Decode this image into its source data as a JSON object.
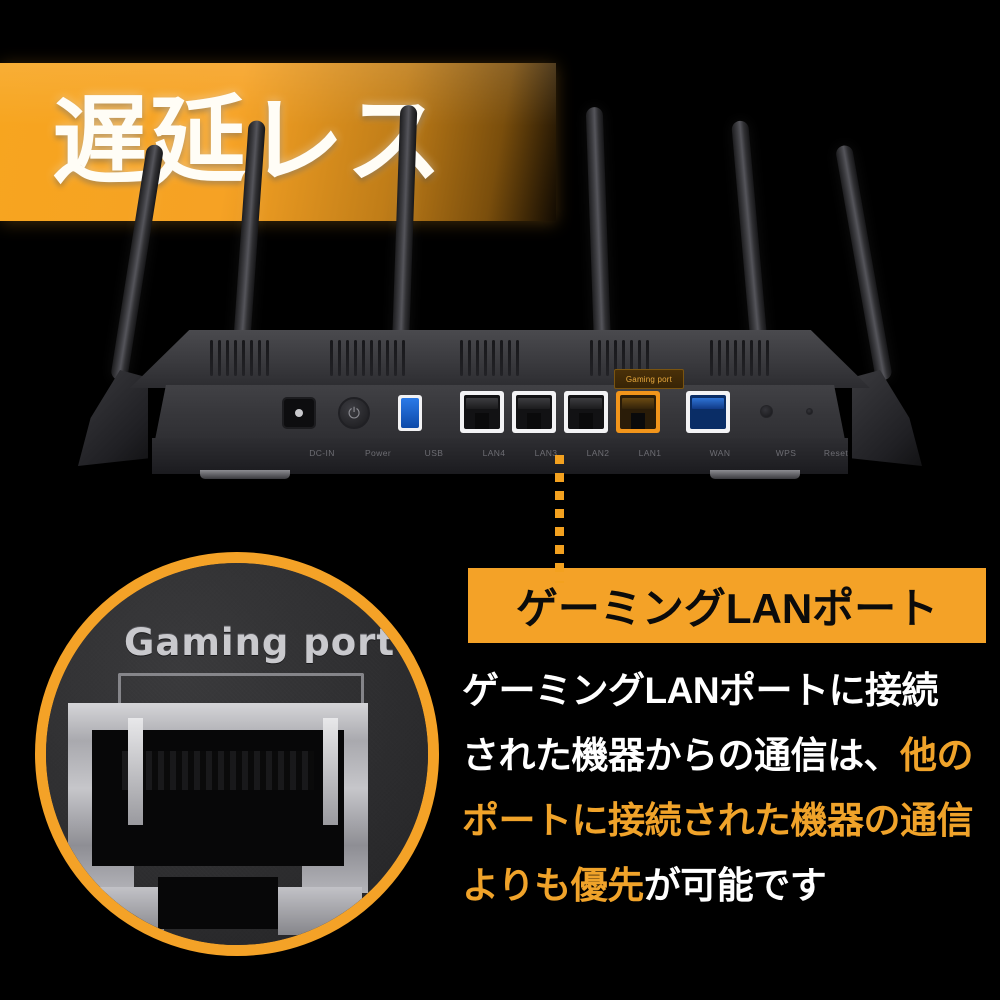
{
  "banner": {
    "headline": "遅延レス",
    "accent_color": "#F4A227",
    "text_color": "#FFFDF6"
  },
  "router": {
    "device_type": "wifi-router",
    "antenna_count": 6,
    "gaming_port_tag": "Gaming port",
    "port_labels": [
      "DC-IN",
      "Power",
      "USB",
      "LAN4",
      "LAN3",
      "LAN2",
      "LAN1",
      "WAN",
      "WPS",
      "Reset"
    ],
    "ports": [
      {
        "name": "dc-in",
        "label": "DC-IN",
        "kind": "barrel-jack",
        "color": "#0d0d0f"
      },
      {
        "name": "power",
        "label": "Power",
        "kind": "button",
        "color": "#1a1a1d"
      },
      {
        "name": "usb",
        "label": "USB",
        "kind": "usb3",
        "color": "#1565D8"
      },
      {
        "name": "lan4",
        "label": "LAN4",
        "kind": "rj45",
        "color": "#f3f3f5"
      },
      {
        "name": "lan3",
        "label": "LAN3",
        "kind": "rj45",
        "color": "#f3f3f5"
      },
      {
        "name": "lan2",
        "label": "LAN2",
        "kind": "rj45",
        "color": "#f3f3f5"
      },
      {
        "name": "lan1-gaming",
        "label": "LAN1",
        "kind": "rj45-gaming",
        "color": "#F2951B"
      },
      {
        "name": "wan",
        "label": "WAN",
        "kind": "rj45-wan",
        "color": "#0d49a8"
      },
      {
        "name": "wps",
        "label": "WPS",
        "kind": "button",
        "color": "#17171a"
      },
      {
        "name": "reset",
        "label": "Reset",
        "kind": "pinhole",
        "color": "#17171a"
      }
    ]
  },
  "magnifier": {
    "silk_text": "Gaming port",
    "ring_color": "#F4A227"
  },
  "callout": {
    "label": "ゲーミングLANポート",
    "background": "#F4A227",
    "text_color": "#0b0b0b"
  },
  "description": {
    "highlight_color": "#F0A32A",
    "lines": [
      {
        "white_lead": "ゲーミングLANポートに接続",
        "orange_tail": ""
      },
      {
        "white_lead": "された機器からの通信は、",
        "orange_tail": "他の"
      },
      {
        "white_lead": "",
        "orange_tail": "ポートに接続された機器の通信"
      },
      {
        "white_lead": "",
        "orange_tail": "よりも優先",
        "white_tail": "が可能です"
      }
    ],
    "full_text": "ゲーミングLANポートに接続された機器からの通信は、他のポートに接続された機器の通信よりも優先が可能です"
  }
}
